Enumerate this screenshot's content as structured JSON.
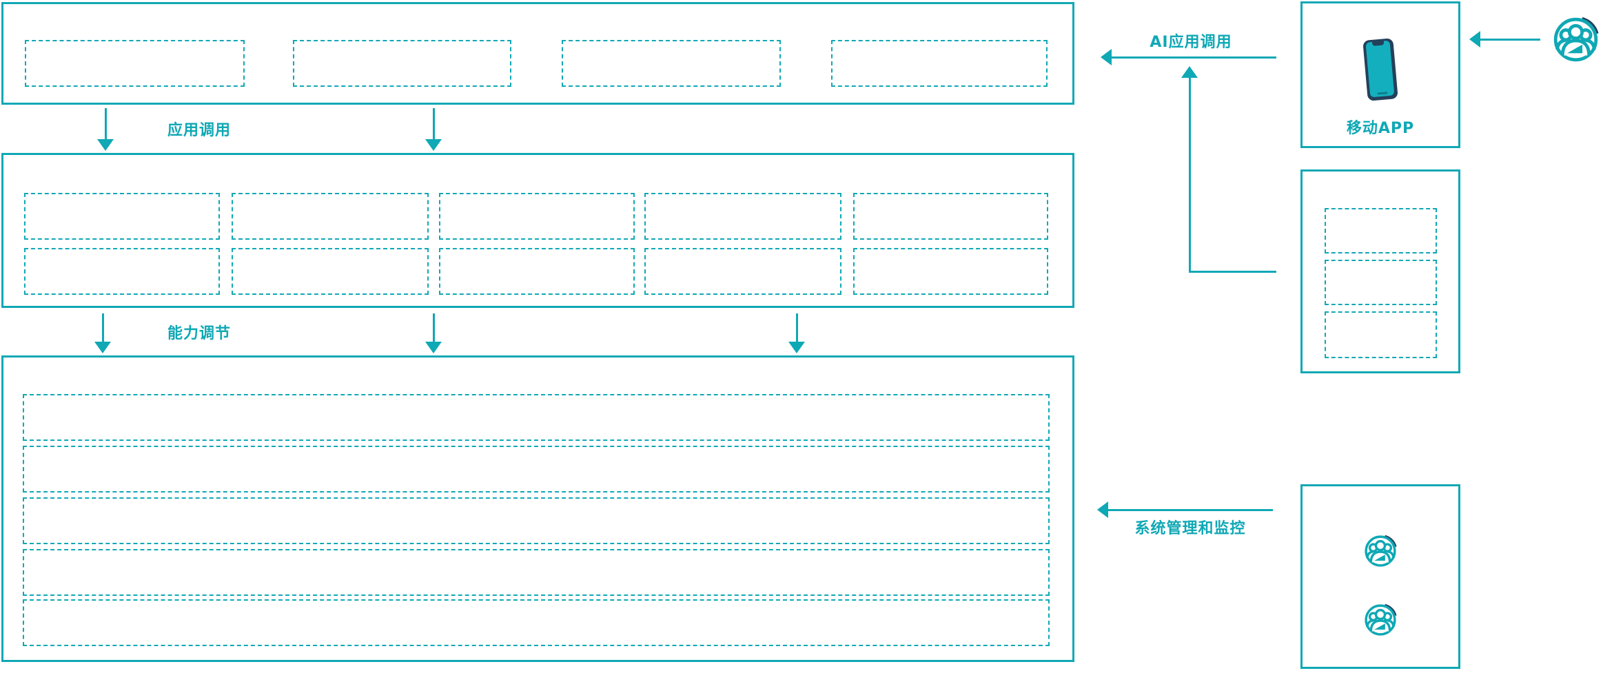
{
  "colors": {
    "teal": "#0FA8B5",
    "navy": "#24405B",
    "background": "#FFFFFF"
  },
  "labels": {
    "app_call": "应用调用",
    "capability_adjust": "能力调节",
    "ai_app_call": "AI应用调用",
    "system_management": "系统管理和监控",
    "mobile_app": "移动APP"
  },
  "icons": {
    "phone": "mobile-phone-icon",
    "user_group": "user-group-icon"
  },
  "structure": {
    "top_panel_placeholders": 4,
    "middle_panel_placeholder_rows": 2,
    "middle_panel_placeholder_cols": 5,
    "bottom_panel_placeholder_rows": 5,
    "right_middle_panel_placeholders": 3,
    "right_bottom_panel_user_icons": 2
  }
}
